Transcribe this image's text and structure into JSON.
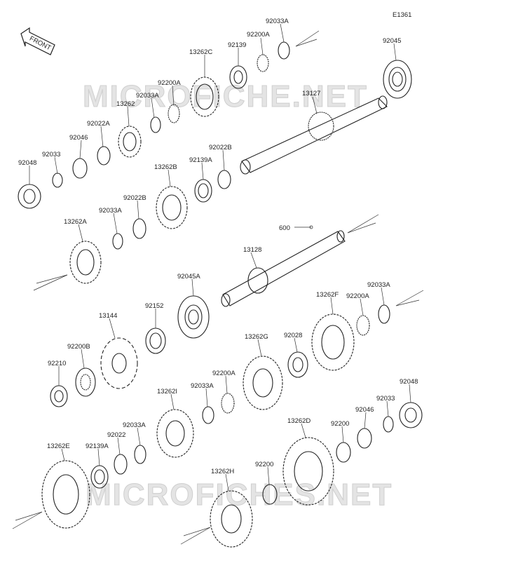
{
  "diagram_code": "E1361",
  "front_label": "FRONT",
  "watermarks": [
    "MICROFICHE.NET",
    "MICROFICHES.NET"
  ],
  "labels": {
    "p92033A_a": "92033A",
    "p92200A_a": "92200A",
    "p92139_a": "92139",
    "p92045_a": "92045",
    "p13262C": "13262C",
    "p92200A_b": "92200A",
    "p13127": "13127",
    "p92033A_b": "92033A",
    "p13262": "13262",
    "p92022A": "92022A",
    "p92046_a": "92046",
    "p92022B_a": "92022B",
    "p92139A_a": "92139A",
    "p13262B": "13262B",
    "p92033_a": "92033",
    "p92048_a": "92048",
    "p92022B_b": "92022B",
    "p92033A_c": "92033A",
    "p13262A": "13262A",
    "p600": "600",
    "p13128": "13128",
    "p92045A": "92045A",
    "p92152": "92152",
    "p13144": "13144",
    "p13262F": "13262F",
    "p92200A_c": "92200A",
    "p92033A_d": "92033A",
    "p92028": "92028",
    "p13262G": "13262G",
    "p92200B": "92200B",
    "p92210": "92210",
    "p92200A_d": "92200A",
    "p92033A_e": "92033A",
    "p13262I": "13262I",
    "p92048_b": "92048",
    "p92033_b": "92033",
    "p92046_b": "92046",
    "p92200_a": "92200",
    "p13262D": "13262D",
    "p92033A_f": "92033A",
    "p92022": "92022",
    "p92139A_b": "92139A",
    "p13262E": "13262E",
    "p92200_b": "92200",
    "p13262H": "13262H"
  }
}
